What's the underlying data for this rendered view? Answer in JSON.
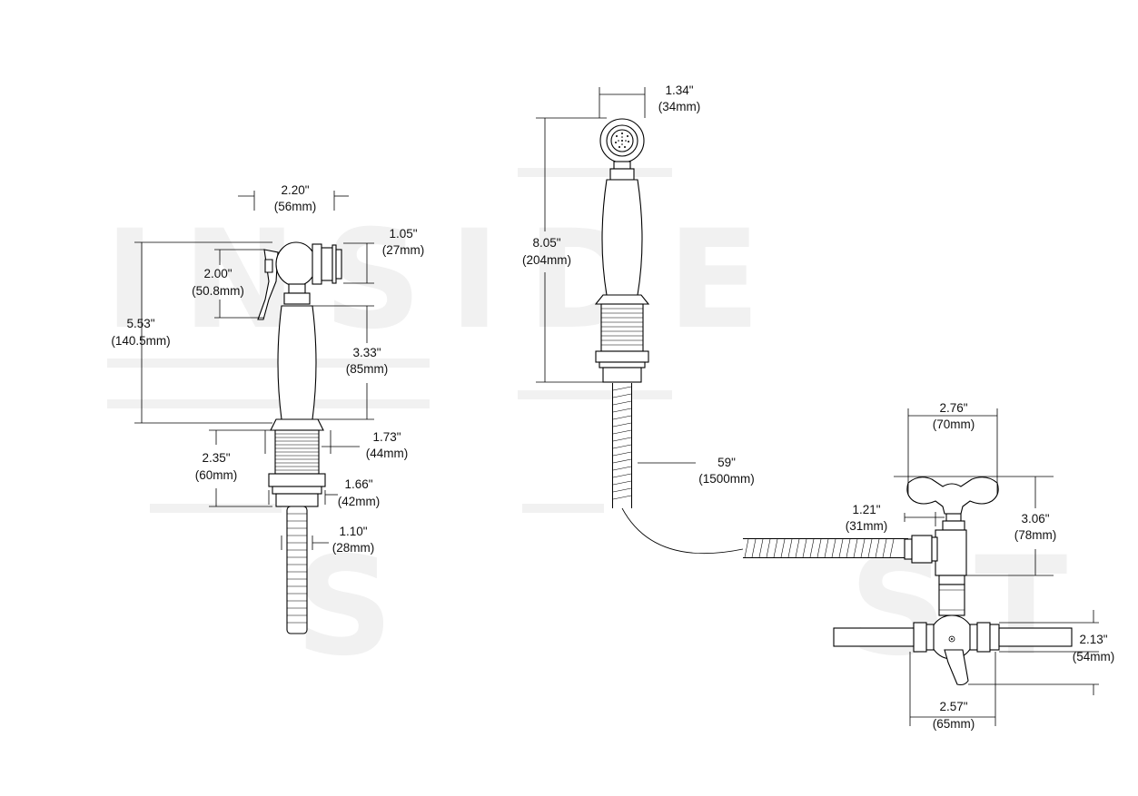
{
  "watermark": {
    "word1": "INSIDE",
    "word2": "S",
    "word3": "ST"
  },
  "left": {
    "lever_width": "2.20\"",
    "lever_width_mm": "(56mm)",
    "outlet_dia": "1.05\"",
    "outlet_dia_mm": "(27mm)",
    "lever_height": "2.00\"",
    "lever_height_mm": "(50.8mm)",
    "total_height": "5.53\"",
    "total_height_mm": "(140.5mm)",
    "handle_height": "3.33\"",
    "handle_height_mm": "(85mm)",
    "thread_dia": "1.73\"",
    "thread_dia_mm": "(44mm)",
    "thread_length": "2.35\"",
    "thread_length_mm": "(60mm)",
    "nut_dia": "1.66\"",
    "nut_dia_mm": "(42mm)",
    "hose_dia": "1.10\"",
    "hose_dia_mm": "(28mm)"
  },
  "middle": {
    "head_dia": "1.34\"",
    "head_dia_mm": "(34mm)",
    "handset_length": "8.05\"",
    "handset_length_mm": "(204mm)",
    "hose_length": "59\"",
    "hose_length_mm": "(1500mm)"
  },
  "right": {
    "handle_width": "2.76\"",
    "handle_width_mm": "(70mm)",
    "stem_dia": "1.21\"",
    "stem_dia_mm": "(31mm)",
    "handle_height": "3.06\"",
    "handle_height_mm": "(78mm)",
    "body_height": "2.13\"",
    "body_height_mm": "(54mm)",
    "body_width": "2.57\"",
    "body_width_mm": "(65mm)"
  }
}
